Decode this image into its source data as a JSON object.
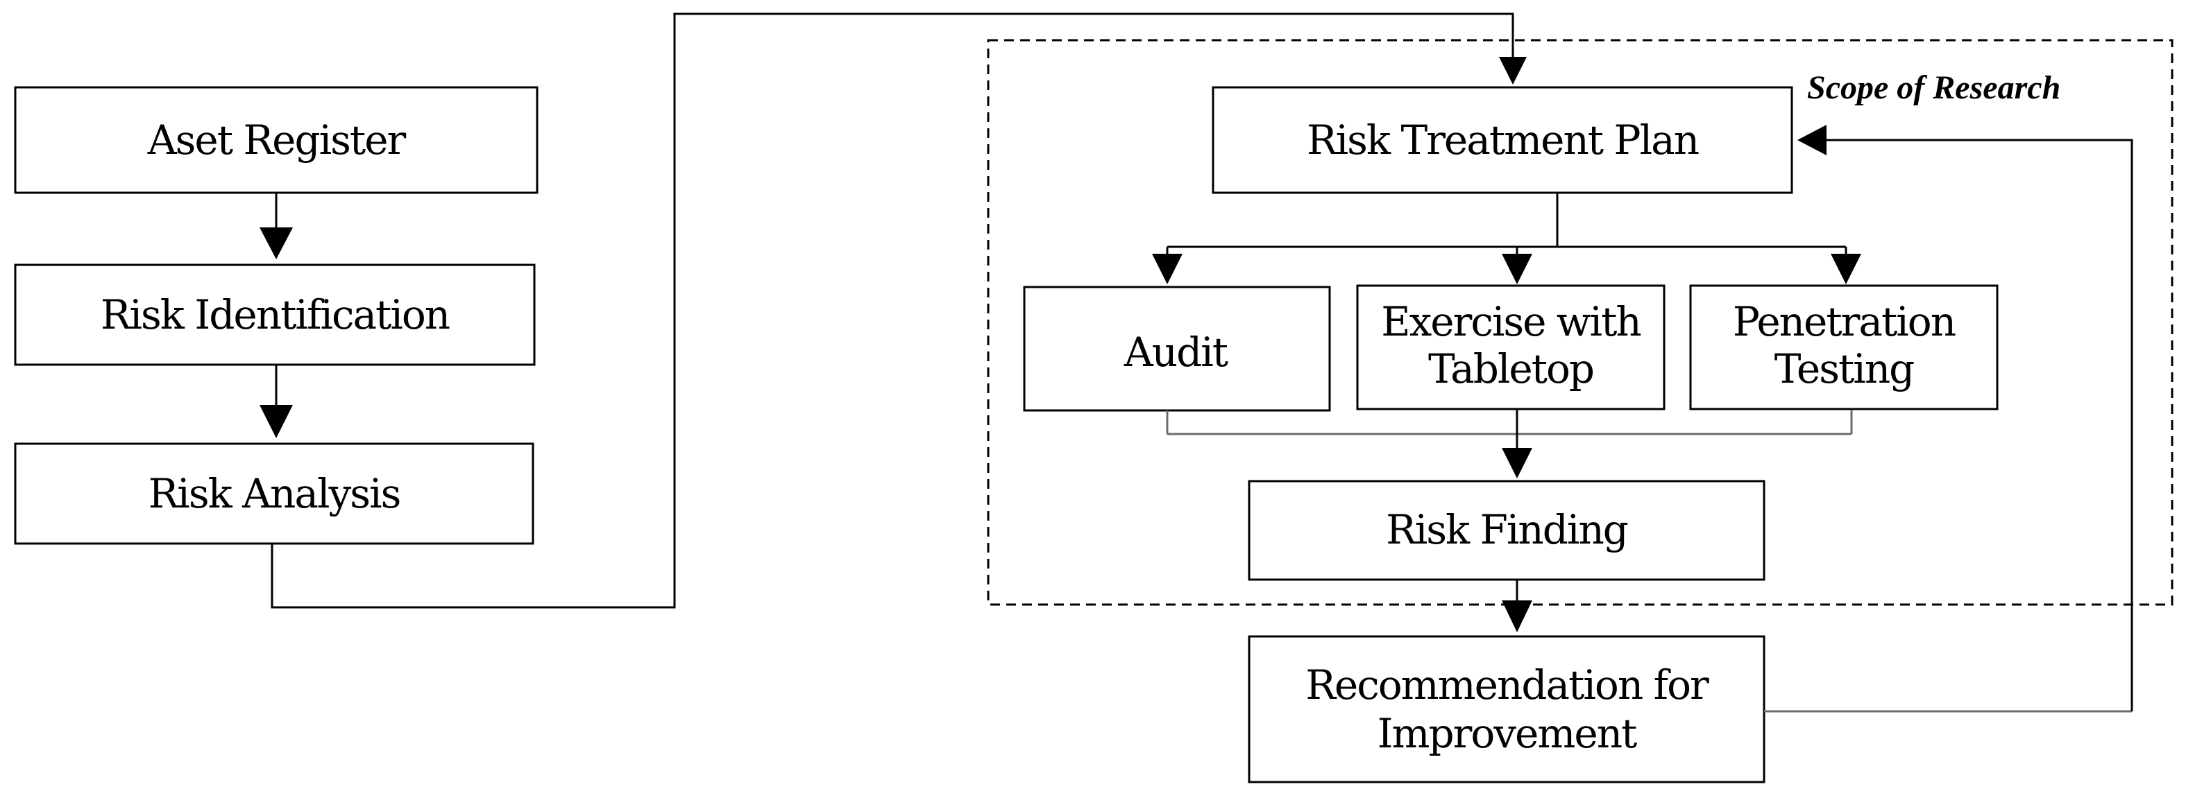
{
  "nodes": {
    "asset_register": "Aset Register",
    "risk_identification": "Risk Identification",
    "risk_analysis": "Risk Analysis",
    "risk_treatment_plan": "Risk Treatment Plan",
    "audit": "Audit",
    "exercise_tabletop": [
      "Exercise with",
      "Tabletop"
    ],
    "penetration_testing": [
      "Penetration",
      "Testing"
    ],
    "risk_finding": "Risk Finding",
    "recommendation": [
      "Recommendation for",
      "Improvement"
    ]
  },
  "scope_label": "Scope of Research"
}
